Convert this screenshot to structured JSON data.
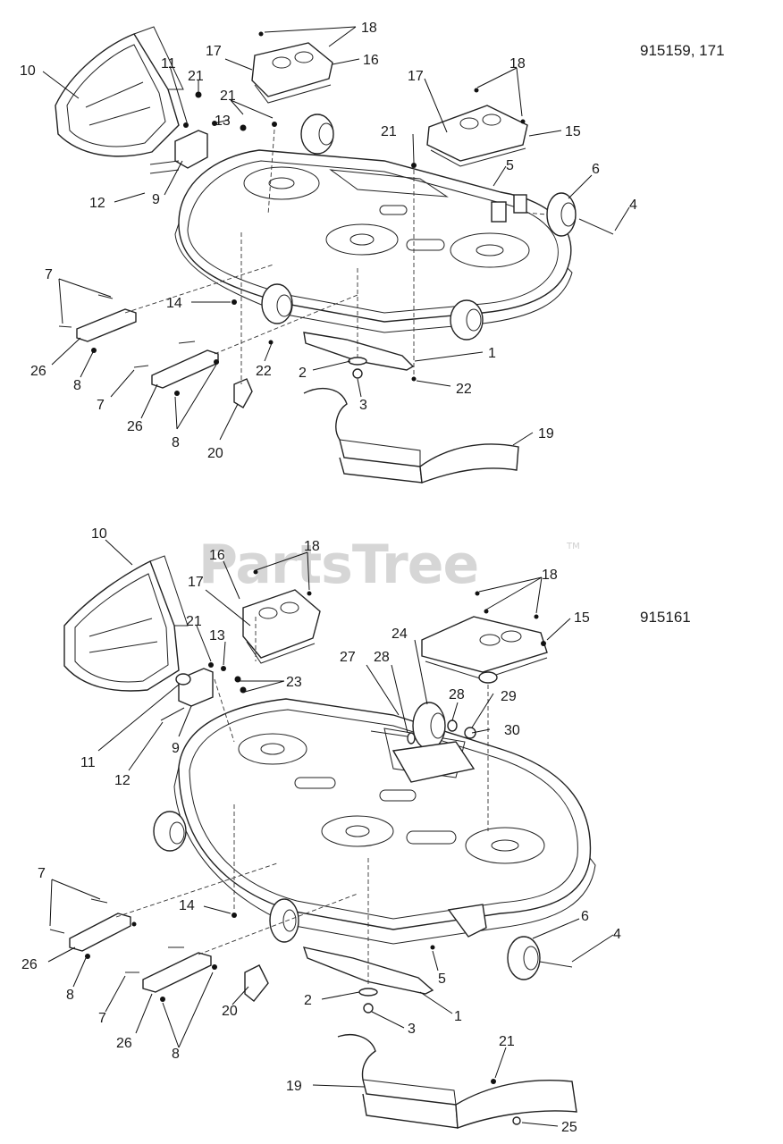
{
  "diagram": {
    "watermark": "PartsTree",
    "watermark_mark": "TM",
    "top_view": {
      "model_label": "915159, 171",
      "callouts": [
        "18",
        "17",
        "16",
        "10",
        "11",
        "21",
        "13",
        "21",
        "17",
        "18",
        "15",
        "21",
        "5",
        "6",
        "4",
        "12",
        "9",
        "7",
        "14",
        "26",
        "8",
        "7",
        "26",
        "8",
        "22",
        "2",
        "3",
        "1",
        "22",
        "19",
        "20"
      ]
    },
    "bottom_view": {
      "model_label": "915161",
      "callouts": [
        "10",
        "16",
        "18",
        "17",
        "21",
        "13",
        "18",
        "15",
        "23",
        "27",
        "28",
        "24",
        "28",
        "29",
        "30",
        "11",
        "9",
        "12",
        "7",
        "14",
        "6",
        "4",
        "26",
        "8",
        "5",
        "7",
        "20",
        "2",
        "1",
        "26",
        "8",
        "3",
        "21",
        "19",
        "25"
      ]
    }
  }
}
